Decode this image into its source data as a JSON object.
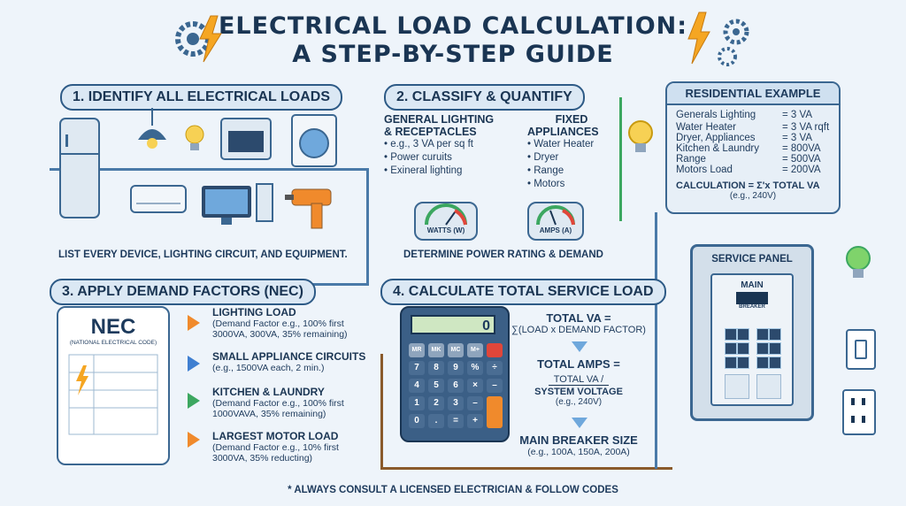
{
  "header": {
    "title_line1": "ELECTRICAL LOAD CALCULATION:",
    "title_line2": "A STEP-BY-STEP GUIDE"
  },
  "step1": {
    "title": "1. IDENTIFY ALL ELECTRICAL LOADS",
    "caption": "LIST EVERY DEVICE, LIGHTING CIRCUIT, AND EQUIPMENT."
  },
  "step2": {
    "title": "2. CLASSIFY & QUANTIFY",
    "general_title_1": "GENERAL LIGHTING",
    "general_title_2": "& RECEPTACLES",
    "general_items": [
      "• e.g., 3 VA per sq ft",
      "• Power curuits",
      "• Exineral lighting"
    ],
    "fixed_title_1": "FIXED",
    "fixed_title_2": "APPLIANCES",
    "fixed_items": [
      "• Water Heater",
      "• Dryer",
      "• Range",
      "• Motors"
    ],
    "meter1_label": "WATTS (W)",
    "meter2_label": "AMPS (A)",
    "caption": "DETERMINE POWER RATING & DEMAND"
  },
  "example": {
    "title": "RESIDENTIAL EXAMPLE",
    "rows": [
      {
        "name": "Generals Lighting",
        "value": "= 3 VA"
      },
      {
        "name": "Water Heater",
        "value": "= 3 VA rqft"
      },
      {
        "name": "Dryer, Appliances",
        "value": "= 3 VA"
      },
      {
        "name": "Kitchen & Laundry",
        "value": "= 800VA"
      },
      {
        "name": "Range",
        "value": "= 500VA"
      },
      {
        "name": "Motors Load",
        "value": "= 200VA"
      }
    ],
    "calc_line": "CALCULATION = Σ'x TOTAL VA",
    "calc_note": "(e.g., 240V)"
  },
  "step3": {
    "title": "3. APPLY DEMAND FACTORS (NEC)",
    "doc_title": "NEC",
    "doc_subtitle": "(NATIONAL ELECTRICAL CODE)",
    "items": [
      {
        "head": "LIGHTING LOAD",
        "line1": "(Demand Factor e.g., 100% first",
        "line2": "3000VA, 300VA, 35% remaining)"
      },
      {
        "head": "SMALL APPLIANCE CIRCUITS",
        "line1": "(e.g., 1500VA each, 2 min.)",
        "line2": ""
      },
      {
        "head": "KITCHEN & LAUNDRY",
        "line1": "(Demand Factor e.g., 100% first",
        "line2": "1000VAVA, 35% remaining)"
      },
      {
        "head": "LARGEST MOTOR LOAD",
        "line1": "(Demand Factor e.g., 10% first",
        "line2": "3000VA, 35% reducting)"
      }
    ]
  },
  "step4": {
    "title": "4. CALCULATE TOTAL SERVICE LOAD",
    "display": "0",
    "keys_row1": [
      "MR",
      "MK",
      "MC",
      "M+",
      ""
    ],
    "keys_row2": [
      "7",
      "8",
      "9",
      "%",
      "÷"
    ],
    "keys_row3": [
      "4",
      "5",
      "6",
      "×",
      "–"
    ],
    "keys_row4": [
      "1",
      "2",
      "3",
      "–",
      ""
    ],
    "keys_row5": [
      "0",
      ".",
      "=",
      "+",
      ""
    ],
    "total_va": "TOTAL VA =",
    "total_va_formula": "∑(LOAD x DEMAND FACTOR)",
    "total_amps": "TOTAL AMPS =",
    "total_amps_num": "TOTAL VA /",
    "total_amps_den": "SYSTEM VOLTAGE",
    "total_amps_note": "(e.g., 240V)",
    "breaker_title": "MAIN BREAKER SIZE",
    "breaker_note": "(e.g., 100A, 150A, 200A)"
  },
  "panel": {
    "title": "SERVICE PANEL",
    "main_label": "MAIN",
    "breaker_label": "BREAKER"
  },
  "footer": {
    "note": "* ALWAYS CONSULT A LICENSED ELECTRICIAN & FOLLOW CODES"
  },
  "colors": {
    "navy": "#1a3553",
    "accent_orange": "#f08a2c",
    "accent_blue": "#3f7fd1",
    "accent_green": "#3ca760",
    "wire_brown": "#8a5a2b"
  }
}
